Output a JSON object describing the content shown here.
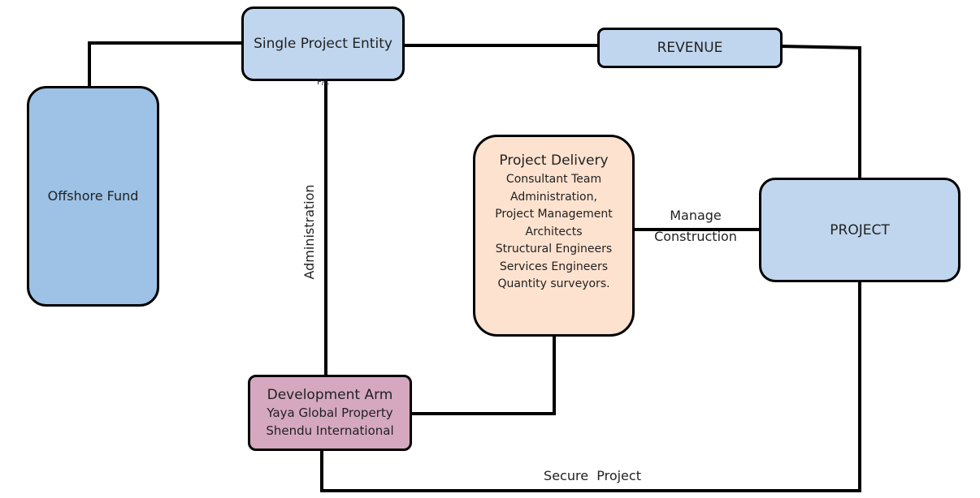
{
  "nodes": {
    "single_project_entity": {
      "title": "Single Project Entity",
      "tag": "P/L"
    },
    "revenue": {
      "title": "REVENUE"
    },
    "offshore_fund": {
      "title": "Offshore Fund"
    },
    "project_delivery": {
      "title": "Project Delivery",
      "lines": [
        "Consultant Team",
        "Administration,",
        "Project Management",
        "Architects",
        "Structural Engineers",
        "Services Engineers",
        "Quantity surveyors."
      ]
    },
    "project": {
      "title": "PROJECT"
    },
    "development_arm": {
      "title": "Development Arm",
      "lines": [
        "Yaya  Global  Property",
        "Shendu International"
      ]
    }
  },
  "edge_labels": {
    "administration": "Administration",
    "manage_1": "Manage",
    "manage_2": "Construction",
    "secure_project": "Secure  Project"
  },
  "colors": {
    "box_blue": "#c0d6ee",
    "box_blue_dark": "#9dc2e6",
    "box_peach": "#fde2cf",
    "box_pink": "#d5a8c0",
    "line": "#000000"
  }
}
